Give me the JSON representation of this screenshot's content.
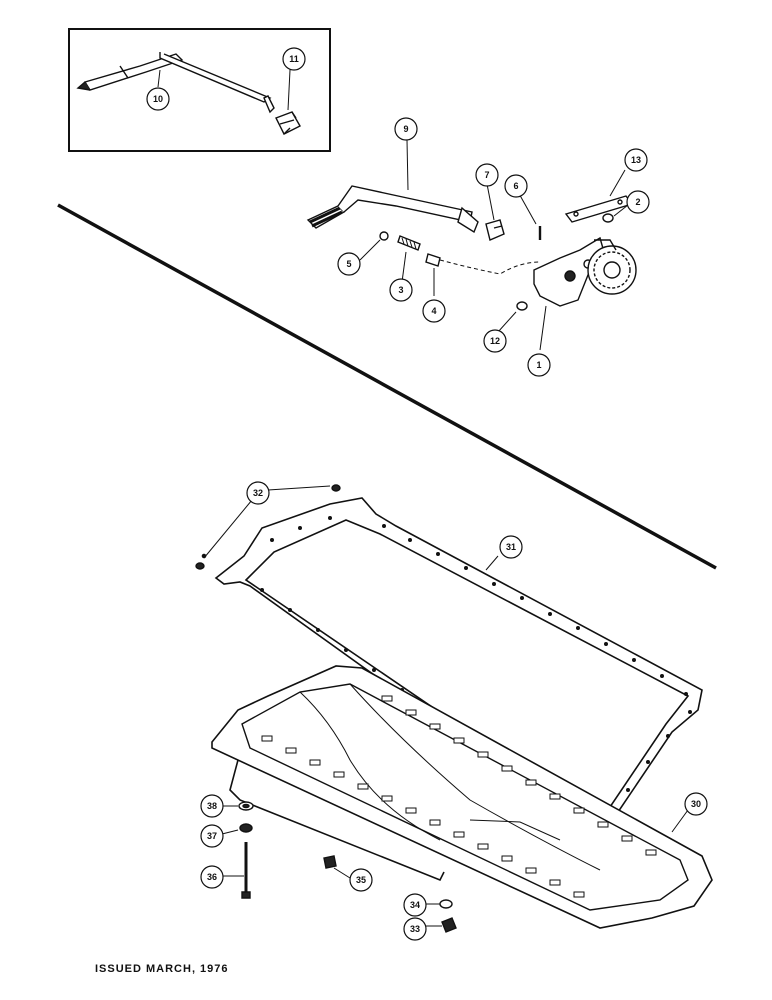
{
  "footer": {
    "issued": "ISSUED MARCH, 1976"
  },
  "callouts": {
    "c1": "1",
    "c2": "2",
    "c3": "3",
    "c4": "4",
    "c5": "5",
    "c6": "6",
    "c7": "7",
    "c9": "9",
    "c10": "10",
    "c11": "11",
    "c12": "12",
    "c13": "13",
    "c30": "30",
    "c31": "31",
    "c32": "32",
    "c33": "33",
    "c34": "34",
    "c35": "35",
    "c36": "36",
    "c37": "37",
    "c38": "38"
  },
  "colors": {
    "ink": "#111111",
    "paper": "#ffffff"
  }
}
